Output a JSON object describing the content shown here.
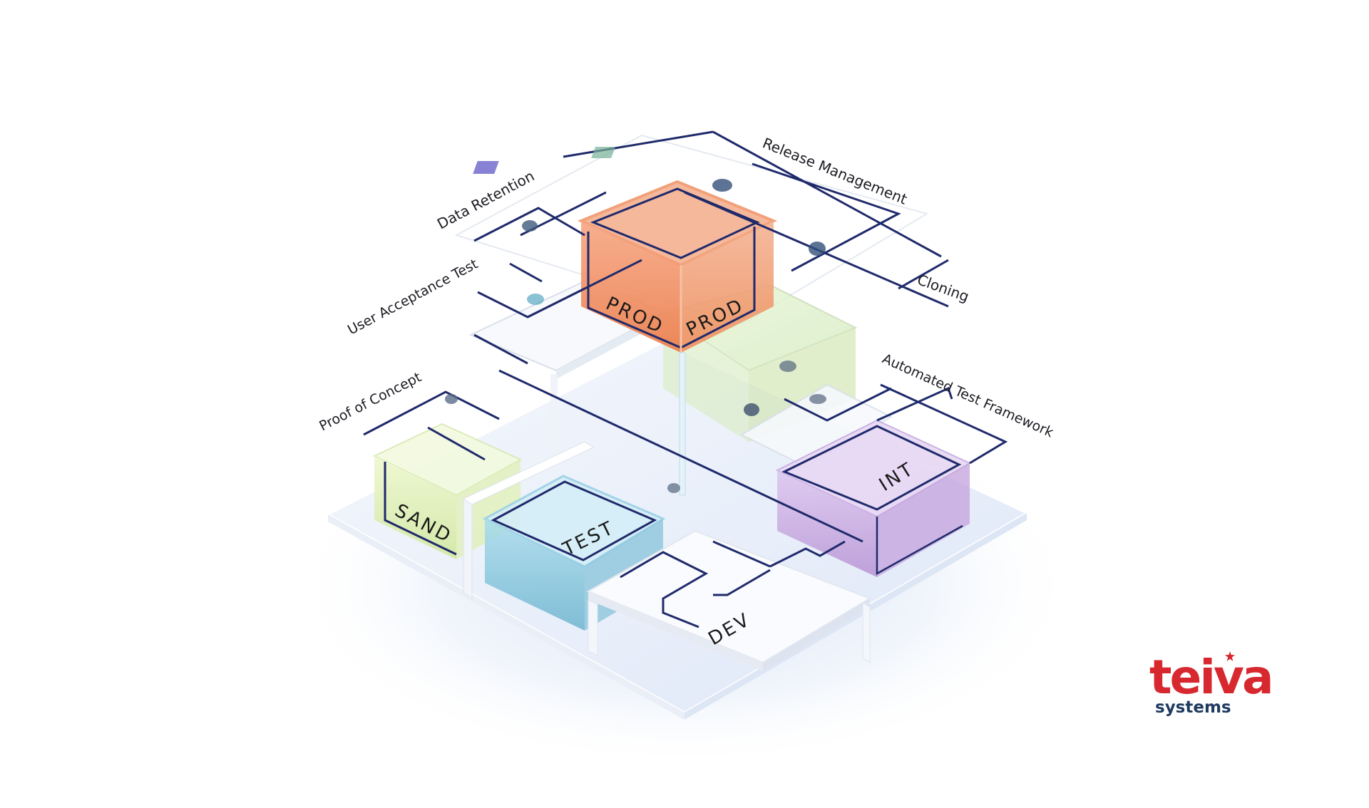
{
  "diagram": {
    "labels": [
      {
        "id": "data-retention",
        "text": "Data Retention"
      },
      {
        "id": "release-management",
        "text": "Release Management"
      },
      {
        "id": "user-acceptance-test",
        "text": "User Acceptance Test"
      },
      {
        "id": "cloning",
        "text": "Cloning"
      },
      {
        "id": "proof-of-concept",
        "text": "Proof of Concept"
      },
      {
        "id": "automated-test-framework",
        "text": "Automated Test Framework"
      }
    ],
    "environments": [
      {
        "id": "prod",
        "text": "PROD",
        "color": "#f08a5d"
      },
      {
        "id": "test",
        "text": "TEST",
        "color": "#8fd0e6"
      },
      {
        "id": "sand",
        "text": "SAND",
        "color": "#dff0b0"
      },
      {
        "id": "int",
        "text": "INT",
        "color": "#c9a6e0"
      },
      {
        "id": "dev",
        "text": "DEV",
        "color": "#ffffff"
      }
    ],
    "line_color": "#1f2a6b"
  },
  "logo": {
    "brand": "teiva",
    "tagline": "systems",
    "brand_color": "#d7282f",
    "tagline_color": "#1e3a5f"
  }
}
